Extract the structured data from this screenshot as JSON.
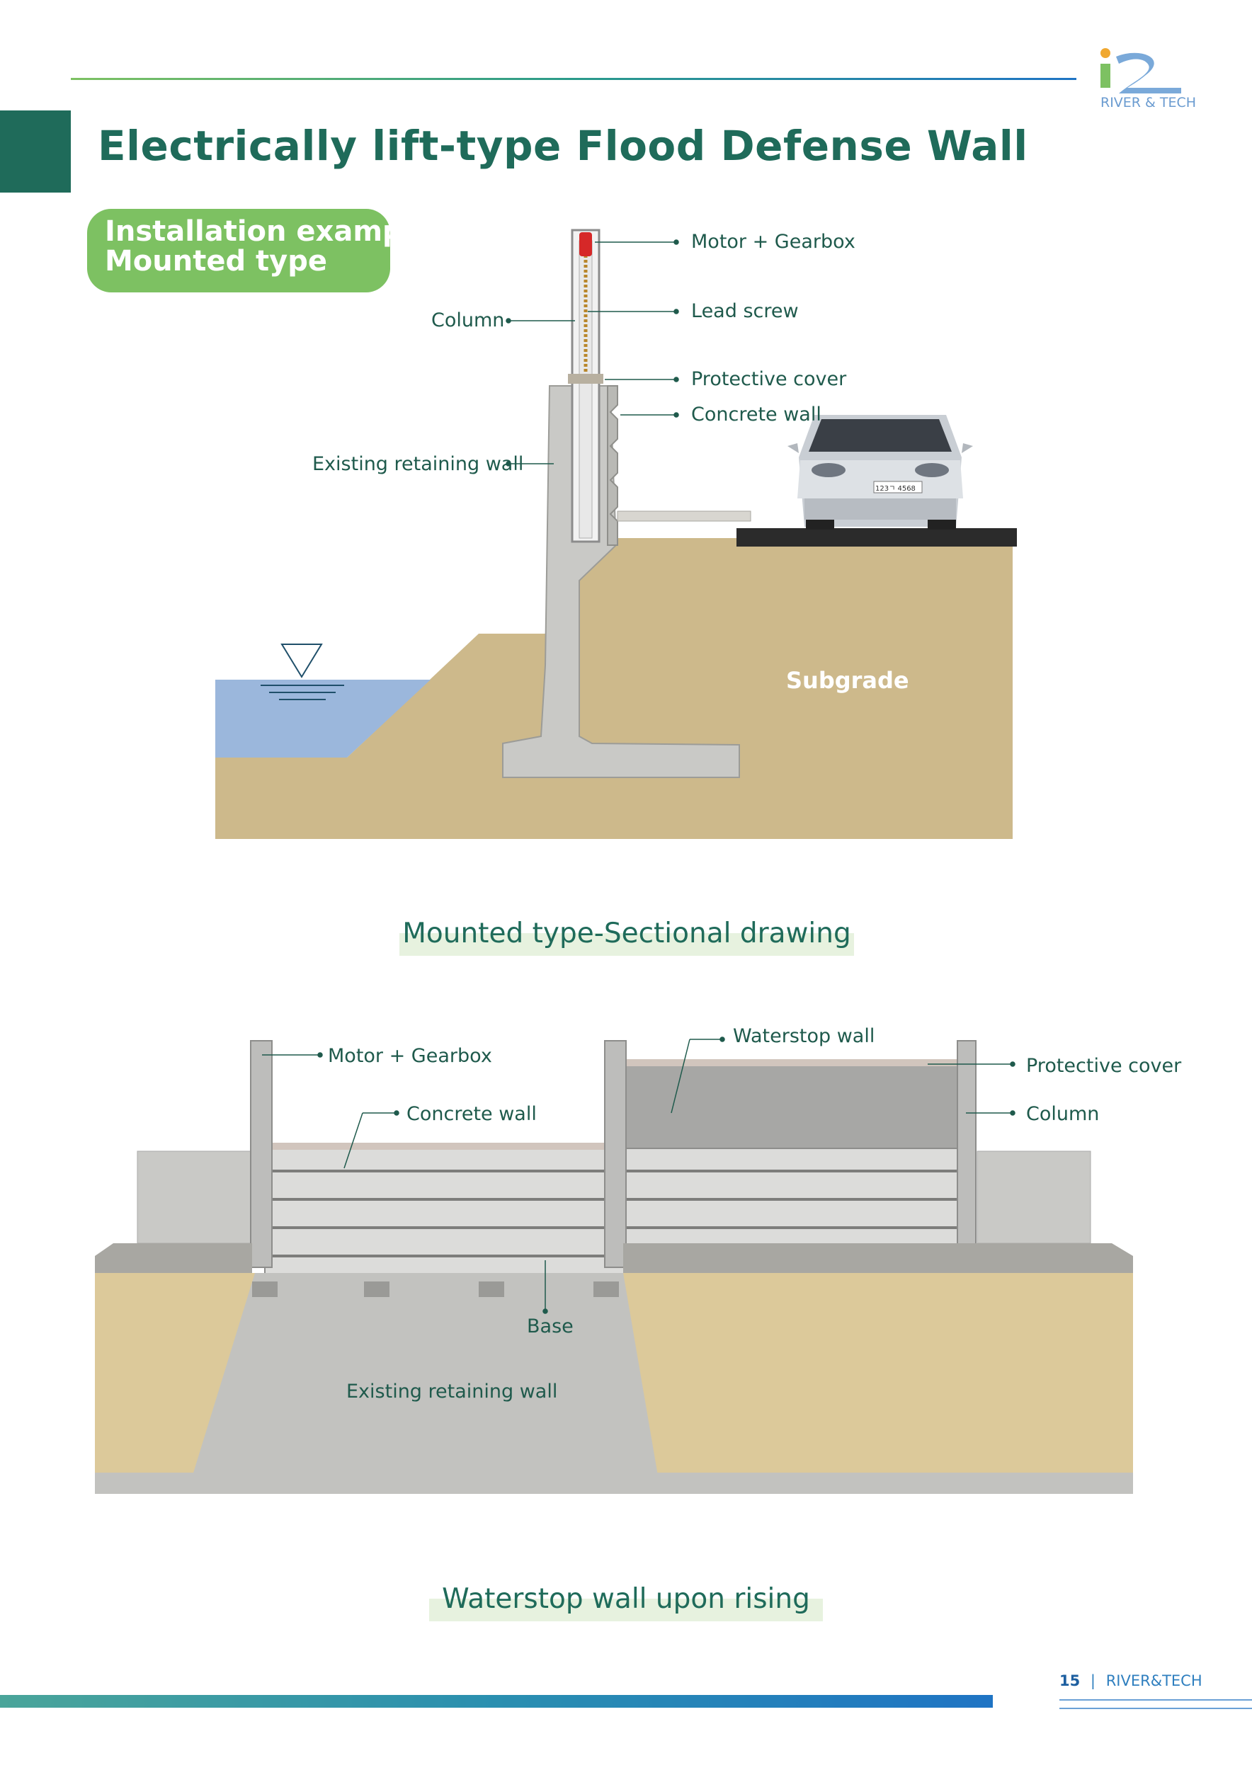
{
  "header": {
    "title": "Electrically lift-type Flood Defense Wall",
    "logo_text": "RIVER & TECH"
  },
  "badge": {
    "line1": "Installation example",
    "line2": "Mounted type"
  },
  "figure1": {
    "labels": {
      "motor_gearbox": "Motor + Gearbox",
      "lead_screw": "Lead screw",
      "column": "Column",
      "protective_cover": "Protective cover",
      "concrete_wall": "Concrete wall",
      "existing_retaining_wall": "Existing retaining wall",
      "subgrade": "Subgrade",
      "license_plate": "123ㄱ 4568"
    },
    "caption": "Mounted type-Sectional drawing"
  },
  "figure2": {
    "labels": {
      "waterstop_wall": "Waterstop wall",
      "motor_gearbox": "Motor + Gearbox",
      "protective_cover": "Protective cover",
      "concrete_wall": "Concrete wall",
      "column": "Column",
      "base": "Base",
      "existing_retaining_wall": "Existing retaining wall"
    },
    "caption": "Waterstop wall upon rising"
  },
  "footer": {
    "page_number": "15",
    "separator": "|",
    "brand": "RIVER&TECH"
  },
  "colors": {
    "title_green": "#1f6b5a",
    "pill_green": "#7dc162",
    "soil": "#cdb98b",
    "water": "#9bb7dc",
    "concrete": "#c9c9c6"
  }
}
